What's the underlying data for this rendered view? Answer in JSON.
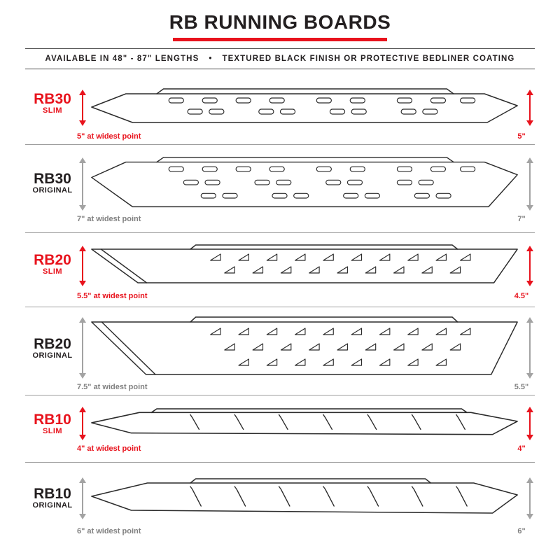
{
  "header": {
    "title": "RB RUNNING BOARDS",
    "subtitle": {
      "left": "AVAILABLE IN 48\" - 87\" LENGTHS",
      "separator": "•",
      "right": "TEXTURED BLACK FINISH OR PROTECTIVE BEDLINER COATING"
    }
  },
  "colors": {
    "accent_red": "#e8131d",
    "ink": "#231f20",
    "muted_gray": "#808080",
    "arrow_gray": "#a3a3a3",
    "divider_gray": "#9e9e9e"
  },
  "rows": [
    {
      "model": "RB30",
      "variant": "SLIM",
      "widest_point": "5\" at widest point",
      "board_height": "5\""
    },
    {
      "model": "RB30",
      "variant": "ORIGINAL",
      "widest_point": "7\" at widest point",
      "board_height": "7\""
    },
    {
      "model": "RB20",
      "variant": "SLIM",
      "widest_point": "5.5\" at widest point",
      "board_height": "4.5\""
    },
    {
      "model": "RB20",
      "variant": "ORIGINAL",
      "widest_point": "7.5\" at widest point",
      "board_height": "5.5\""
    },
    {
      "model": "RB10",
      "variant": "SLIM",
      "widest_point": "4\" at widest point",
      "board_height": "4\""
    },
    {
      "model": "RB10",
      "variant": "ORIGINAL",
      "widest_point": "6\" at widest point",
      "board_height": "6\""
    }
  ]
}
